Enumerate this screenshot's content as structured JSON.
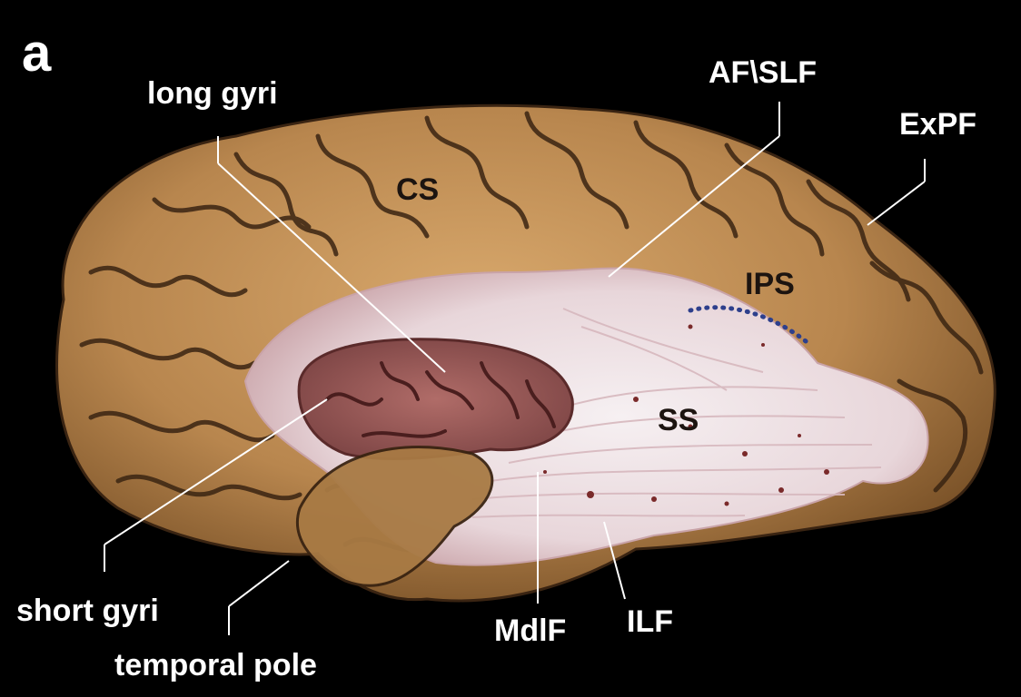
{
  "figure": {
    "panel_letter": "a",
    "labels": {
      "long_gyri": "long gyri",
      "cs": "CS",
      "af_slf": "AF\\SLF",
      "expf": "ExPF",
      "ips": "IPS",
      "ss": "SS",
      "short_gyri": "short gyri",
      "temporal_pole": "temporal pole",
      "mdlf": "MdlF",
      "ilf": "ILF"
    }
  },
  "colors": {
    "background": "#000000",
    "cortex": "#b8864e",
    "cortex_highlight": "#d8a86c",
    "sulcus": "#3a2412",
    "white_matter": "#efe6e8",
    "insula": "#9a5a58",
    "dotted_line": "#2d3f8c",
    "label_white": "#ffffff",
    "label_dark": "#1c1410"
  }
}
